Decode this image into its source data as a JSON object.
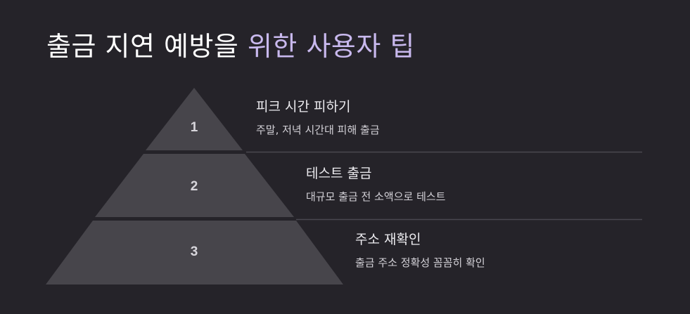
{
  "title": {
    "plain": "출금 지연 예방을 ",
    "accent": "위한 사용자 팁"
  },
  "colors": {
    "background": "#252329",
    "tier_fill": "#47454b",
    "divider": "#4a4850",
    "title_accent": "#c9b9ee"
  },
  "levels": [
    {
      "number": "1",
      "title": "피크 시간 피하기",
      "description": "주말, 저녁 시간대 피해 출금"
    },
    {
      "number": "2",
      "title": "테스트 출금",
      "description": "대규모 출금 전 소액으로 테스트"
    },
    {
      "number": "3",
      "title": "주소 재확인",
      "description": "출금 주소 정확성 꼼꼼히 확인"
    }
  ]
}
